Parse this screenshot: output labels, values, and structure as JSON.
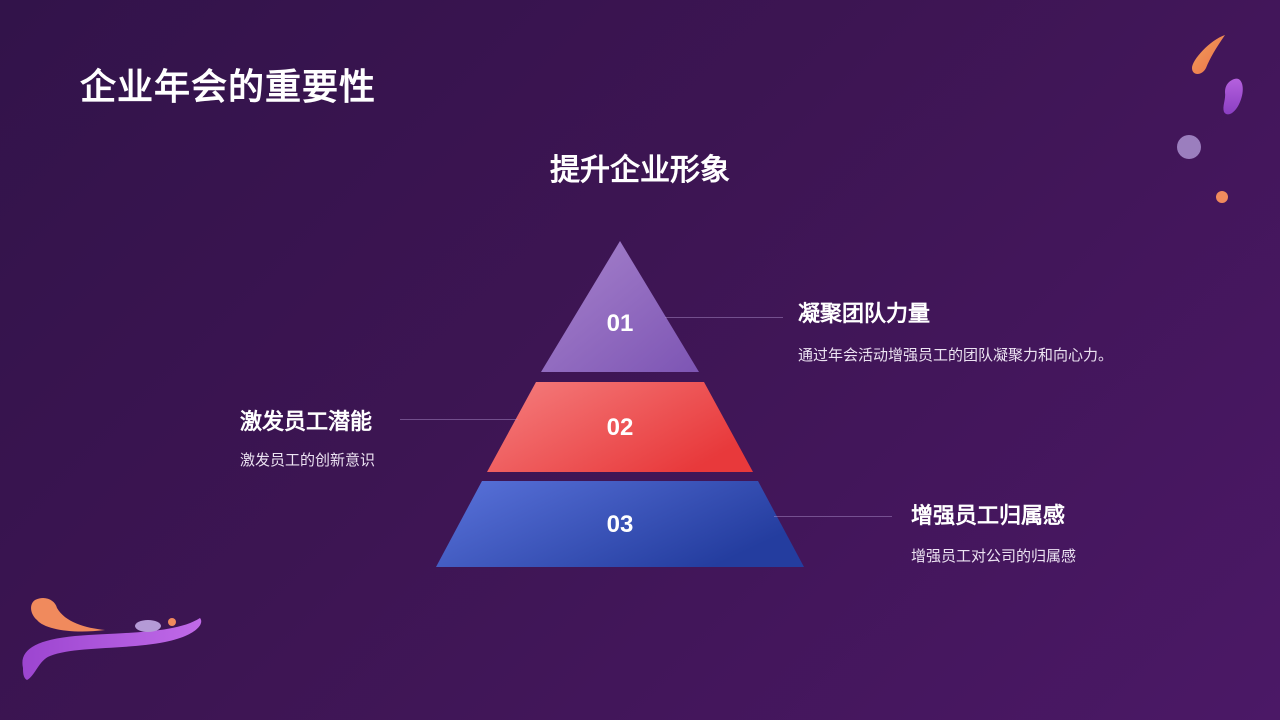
{
  "slide": {
    "title": "企业年会的重要性",
    "heading": "提升企业形象"
  },
  "pyramid": {
    "tiers": [
      {
        "number": "01",
        "title": "凝聚团队力量",
        "description": "通过年会活动增强员工的团队凝聚力和向心力。",
        "colors": [
          "#a783cc",
          "#7d55b4"
        ]
      },
      {
        "number": "02",
        "title": "激发员工潜能",
        "description": "激发员工的创新意识",
        "colors": [
          "#f57f7f",
          "#e8393b"
        ]
      },
      {
        "number": "03",
        "title": "增强员工归属感",
        "description": "增强员工对公司的归属感",
        "colors": [
          "#5a73db",
          "#243d9f"
        ]
      }
    ]
  },
  "theme": {
    "background": [
      "#32134a",
      "#4b1866"
    ],
    "accent_orange": "#f08a5d",
    "accent_purple": "#a855d8"
  }
}
